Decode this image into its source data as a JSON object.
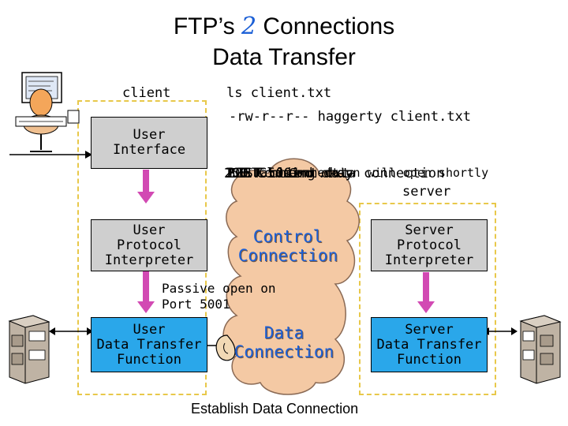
{
  "title": {
    "line1_prefix": "FTP’s ",
    "line1_number": "2",
    "line1_suffix": " Connections",
    "line2": "Data Transfer"
  },
  "client": {
    "label": "client",
    "user_interface": "User\nInterface",
    "user_pi": "User\nProtocol\nInterpreter",
    "user_dtp": "User\nData Transfer\nFunction"
  },
  "server": {
    "label": "server",
    "server_pi": "Server\nProtocol\nInterpreter",
    "server_dtp": "Server\nData Transfer\nFunction"
  },
  "commands": {
    "ls": "ls client.txt",
    "listing": "-rw-r--r-- haggerty client.txt",
    "overlap_1": "200 Command okay",
    "overlap_2": "PORT 5001",
    "overlap_3": "LIST client.txt",
    "overlap_4": "150 Data Connection will open shortly",
    "overlap_5": "226 Closing data connection"
  },
  "cloud": {
    "control_label": "Control\nConnection",
    "data_label": "Data\nConnection"
  },
  "notes": {
    "passive_open": "Passive open on\nPort 5001",
    "establish": "Establish Data Connection"
  },
  "colors": {
    "title_number": "#1b5fd6",
    "cloud_text": "#1b5fd6",
    "arrow": "#d24ab3",
    "dashed_border": "#e8c84a",
    "grey_box": "#cfcfcf",
    "blue_box": "#2aa7ea",
    "cloud_fill": "#f4c9a4"
  }
}
